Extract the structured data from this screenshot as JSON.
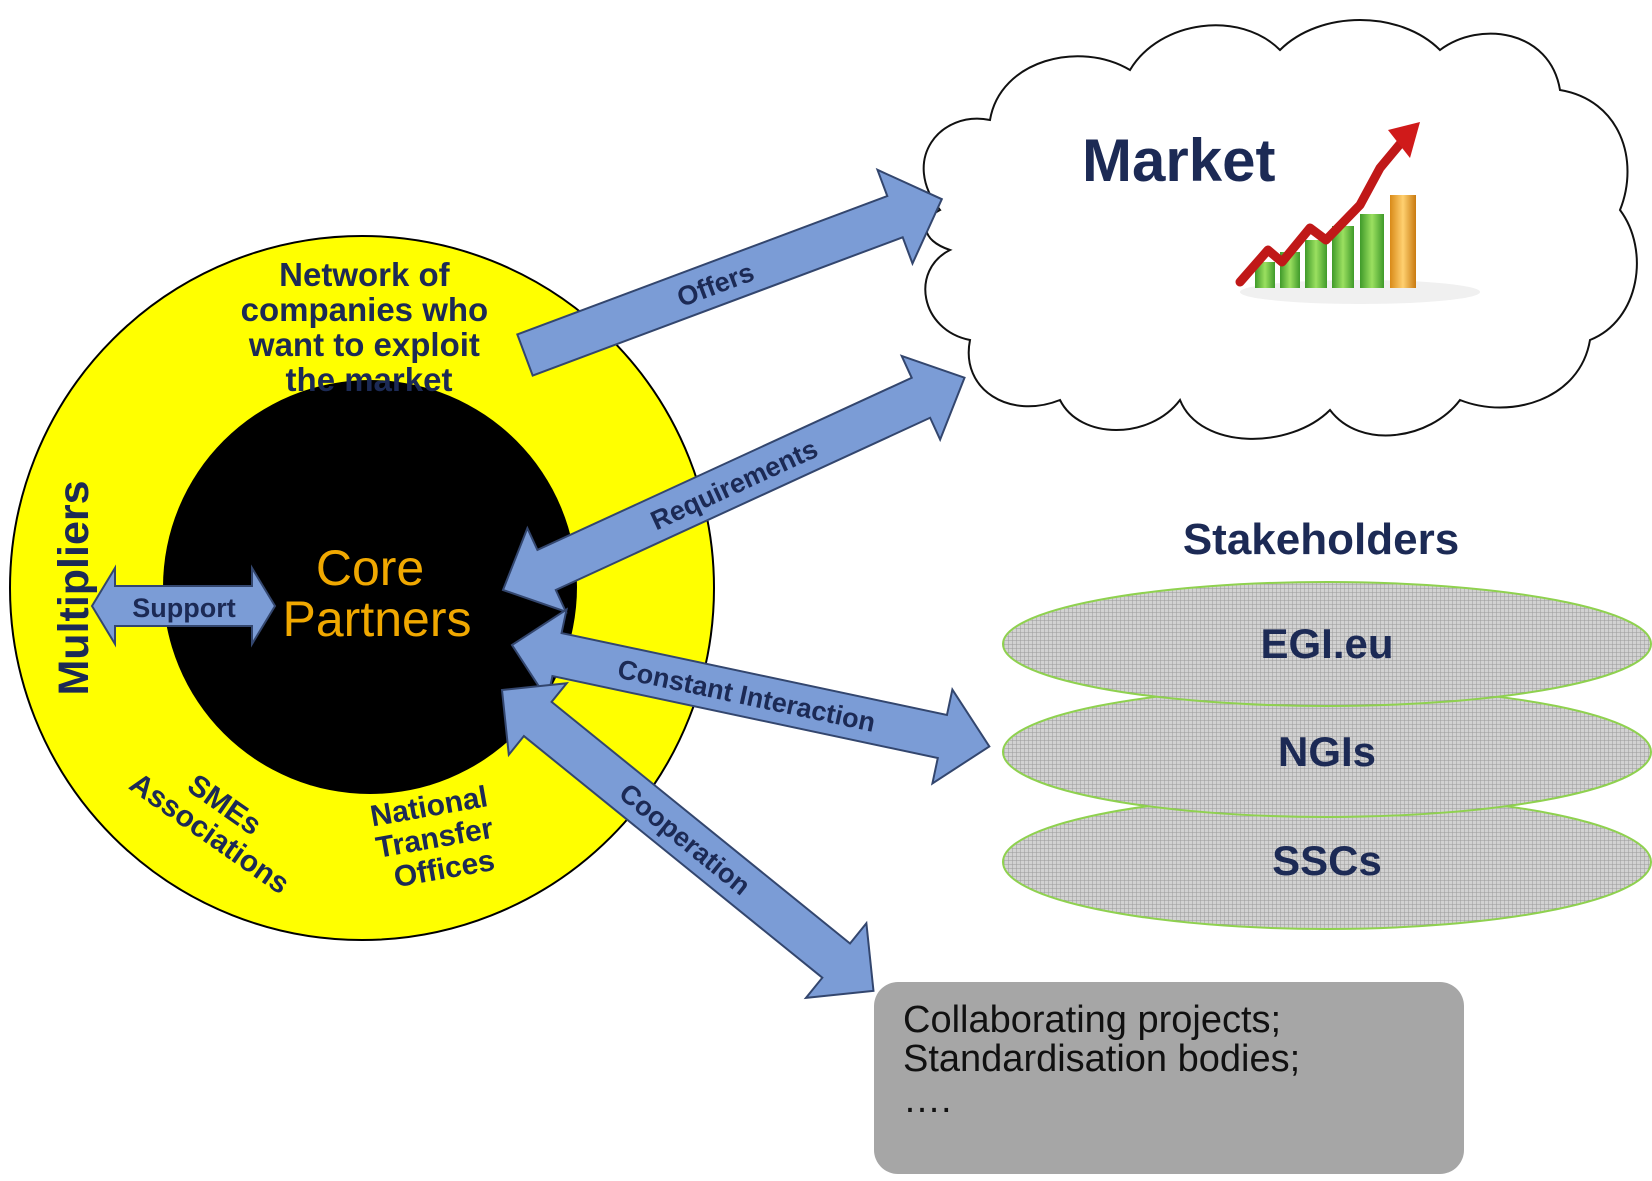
{
  "colors": {
    "ring": "#ffff00",
    "core": "#000000",
    "core_text": "#f0a800",
    "arrow_fill": "#7b9cd6",
    "arrow_stroke": "#33466e",
    "navy_text": "#1c2a55",
    "stakeholder_fill": "#c8c8c8",
    "stakeholder_stroke": "#8fd14f",
    "collab_box": "#a6a6a6",
    "chart_arrow": "#e02020",
    "chart_bars": "#6fcf3f"
  },
  "ring": {
    "side_label": "Multipliers",
    "network_lines": [
      "Network of",
      "companies who",
      "want to exploit",
      "the market"
    ],
    "smes_lines": [
      "SMEs",
      "Associations"
    ],
    "ntu_lines": [
      "National",
      "Transfer",
      "Offices"
    ]
  },
  "core": {
    "lines": [
      "Core",
      "Partners"
    ]
  },
  "arrows": {
    "support": "Support",
    "offers": "Offers",
    "requirements": "Requirements",
    "constant_interaction": "Constant Interaction",
    "cooperation": "Cooperation"
  },
  "market": {
    "title": "Market",
    "chart_icon": "growth-chart-icon"
  },
  "stakeholders": {
    "title": "Stakeholders",
    "items": [
      "EGI.eu",
      "NGIs",
      "SSCs"
    ]
  },
  "collaboration": {
    "lines": [
      "Collaborating projects;",
      "Standardisation bodies;",
      "…."
    ]
  }
}
